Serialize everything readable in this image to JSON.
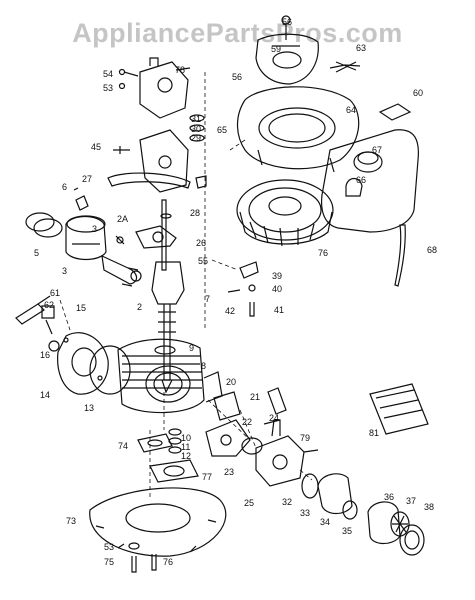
{
  "watermark": "AppliancePartsPros.com",
  "colors": {
    "ink": "#111111",
    "watermark": "#9a9a9a",
    "background": "#ffffff"
  },
  "callouts": [
    "2",
    "2A",
    "3",
    "5",
    "6",
    "7",
    "8",
    "9",
    "10",
    "11",
    "12",
    "13",
    "14",
    "15",
    "16",
    "20",
    "21",
    "22",
    "23",
    "24",
    "25",
    "26",
    "27",
    "28",
    "29",
    "30",
    "31",
    "32",
    "33",
    "34",
    "35",
    "36",
    "37",
    "38",
    "39",
    "40",
    "41",
    "42",
    "45",
    "53",
    "53",
    "54",
    "55",
    "56",
    "56",
    "59",
    "60",
    "61",
    "62",
    "63",
    "64",
    "65",
    "66",
    "67",
    "68",
    "73",
    "74",
    "75",
    "76",
    "77",
    "78",
    "78",
    "79",
    "81"
  ]
}
